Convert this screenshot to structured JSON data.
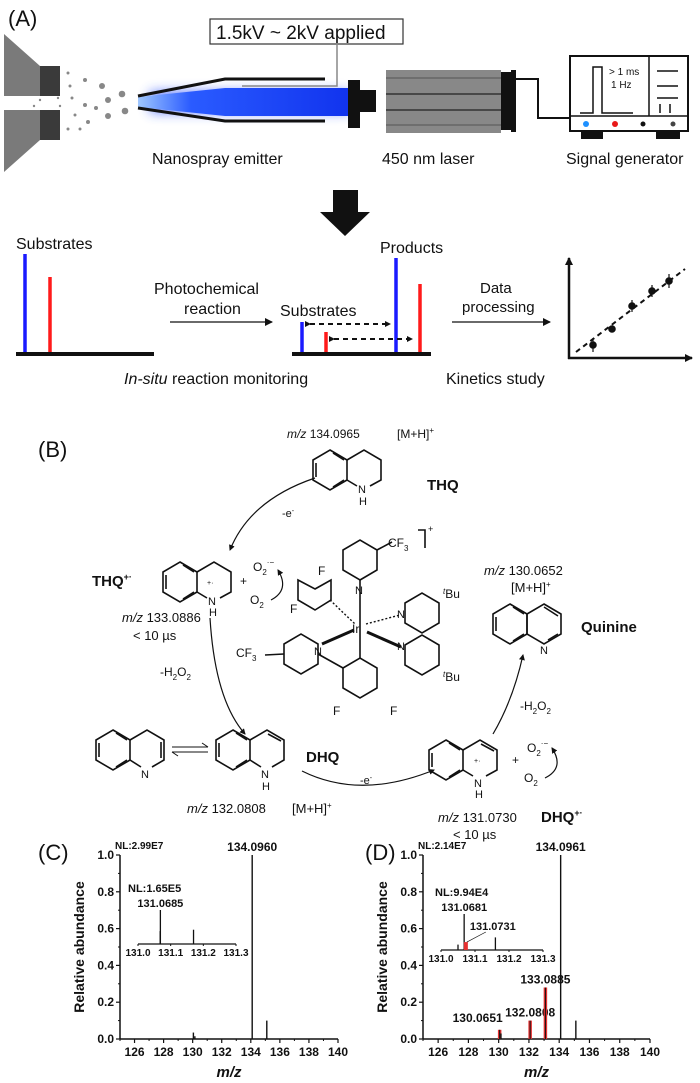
{
  "panel_a": {
    "label": "(A)",
    "voltage_label": "1.5kV ~ 2kV applied",
    "emitter_label": "Nanospray emitter",
    "laser_label": "450 nm laser",
    "generator_label": "Signal generator",
    "pulse_width": "> 1 ms",
    "pulse_freq": "1 Hz",
    "substrates_left": "Substrates",
    "photochem_line1": "Photochemical",
    "photochem_line2": "reaction",
    "substrates_mid": "Substrates",
    "products": "Products",
    "data_line1": "Data",
    "data_line2": "processing",
    "insitu_italic": "In-situ",
    "insitu_rest": " reaction monitoring",
    "kinetics": "Kinetics study",
    "colors": {
      "substrate_blue": "#1a1aff",
      "substrate_red": "#ff1a1a",
      "laser_blue": "#2a4bff"
    }
  },
  "panel_b": {
    "label": "(B)",
    "thq": {
      "name": "THQ",
      "mz_prefix": "m/z",
      "mz": "134.0965",
      "adduct": "[M+H]",
      "charge": "+"
    },
    "thq_radical": {
      "name": "THQ",
      "sup": "+·",
      "mz": "133.0886",
      "lifetime": "< 10 µs"
    },
    "quinine": {
      "name": "Quinine",
      "mz": "130.0652",
      "adduct": "[M+H]",
      "charge": "+"
    },
    "dhq": {
      "name": "DHQ",
      "mz": "132.0808",
      "adduct": "[M+H]",
      "charge": "+"
    },
    "dhq_radical": {
      "name": "DHQ",
      "sup": "+·",
      "mz": "131.0730",
      "lifetime": "< 10 µs"
    },
    "minus_e": "-e",
    "minus_h2o2": "-H",
    "o2_radical": "O",
    "o2": "O",
    "catalyst": {
      "metal": "Ir",
      "cf3": "CF",
      "f": "F",
      "tbu": "Bu",
      "t": "t",
      "n": "N",
      "charge": "+"
    }
  },
  "chart_data": [
    {
      "panel": "(C)",
      "type": "bar",
      "nl": "NL:2.99E7",
      "xlabel": "m/z",
      "ylabel": "Relative abundance",
      "xlim": [
        125,
        140
      ],
      "ylim": [
        0,
        1.0
      ],
      "xticks": [
        "126",
        "128",
        "130",
        "132",
        "134",
        "136",
        "138",
        "140"
      ],
      "yticks": [
        "0.0",
        "0.2",
        "0.4",
        "0.6",
        "0.8",
        "1.0"
      ],
      "peaks": [
        {
          "x": 130.05,
          "y": 0.035,
          "color": "#111"
        },
        {
          "x": 130.15,
          "y": 0.015,
          "color": "#111"
        },
        {
          "x": 134.096,
          "y": 1.0,
          "color": "#111",
          "label": "134.0960"
        },
        {
          "x": 135.1,
          "y": 0.1,
          "color": "#111"
        }
      ],
      "inset": {
        "nl": "NL:1.65E5",
        "xlim": [
          131.0,
          131.3
        ],
        "xticks": [
          "131.0",
          "131.1",
          "131.2",
          "131.3"
        ],
        "peaks": [
          {
            "x": 131.0685,
            "y": 1.0,
            "color": "#111",
            "label": "131.0685"
          },
          {
            "x": 131.068,
            "y": 0.38,
            "color": "#111"
          },
          {
            "x": 131.17,
            "y": 0.42,
            "color": "#111"
          }
        ]
      }
    },
    {
      "panel": "(D)",
      "type": "bar",
      "nl": "NL:2.14E7",
      "xlabel": "m/z",
      "ylabel": "Relative abundance",
      "xlim": [
        125,
        140
      ],
      "ylim": [
        0,
        1.0
      ],
      "xticks": [
        "126",
        "128",
        "130",
        "132",
        "134",
        "136",
        "138",
        "140"
      ],
      "yticks": [
        "0.0",
        "0.2",
        "0.4",
        "0.6",
        "0.8",
        "1.0"
      ],
      "peaks": [
        {
          "x": 130.0651,
          "y": 0.05,
          "color": "#e53030",
          "label": "130.0651"
        },
        {
          "x": 130.15,
          "y": 0.03,
          "color": "#111"
        },
        {
          "x": 132.0808,
          "y": 0.1,
          "color": "#e53030",
          "label": "132.0808"
        },
        {
          "x": 133.0885,
          "y": 0.28,
          "color": "#e53030",
          "label": "133.0885"
        },
        {
          "x": 134.0961,
          "y": 1.0,
          "color": "#111",
          "label": "134.0961"
        },
        {
          "x": 135.1,
          "y": 0.1,
          "color": "#111"
        }
      ],
      "inset": {
        "nl": "NL:9.94E4",
        "xlim": [
          131.0,
          131.3
        ],
        "xticks": [
          "131.0",
          "131.1",
          "131.2",
          "131.3"
        ],
        "peaks": [
          {
            "x": 131.05,
            "y": 0.15,
            "color": "#111"
          },
          {
            "x": 131.0681,
            "y": 1.0,
            "color": "#111",
            "label": "131.0681"
          },
          {
            "x": 131.0731,
            "y": 0.22,
            "color": "#e53030",
            "label": "131.0731"
          },
          {
            "x": 131.16,
            "y": 0.35,
            "color": "#111"
          }
        ]
      }
    }
  ]
}
